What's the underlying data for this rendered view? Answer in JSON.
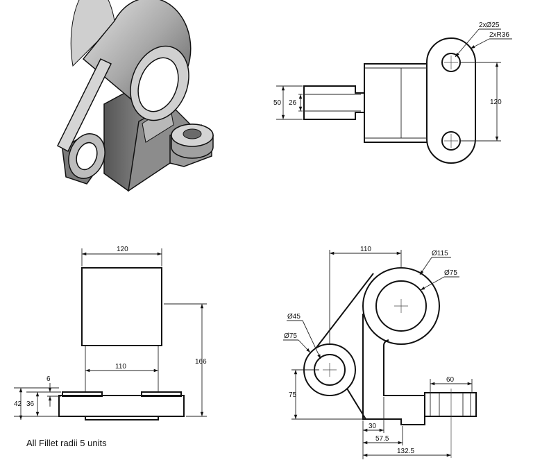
{
  "top_view": {
    "labels": {
      "hole_dia": "2xØ25",
      "end_radius": "2xR36",
      "spacing": "120",
      "boss_outer": "50",
      "boss_inner": "26"
    }
  },
  "front_view": {
    "labels": {
      "top_width": "120",
      "mid_width": "110",
      "height": "166",
      "flange_small": "6",
      "flange_mid": "36",
      "flange_total": "42"
    }
  },
  "side_view": {
    "labels": {
      "horiz_110": "110",
      "dia_115": "Ø115",
      "dia_75_upper": "Ø75",
      "dia_45": "Ø45",
      "dia_75_lower": "Ø75",
      "height_75": "75",
      "width_60": "60",
      "base_30": "30",
      "base_57_5": "57.5",
      "base_132_5": "132.5"
    }
  },
  "note": "All Fillet radii 5 units",
  "colors": {
    "line": "#111111",
    "shade_light": "#d9d9d9",
    "shade_mid": "#9a9a9a",
    "shade_dark": "#4a4a4a"
  }
}
